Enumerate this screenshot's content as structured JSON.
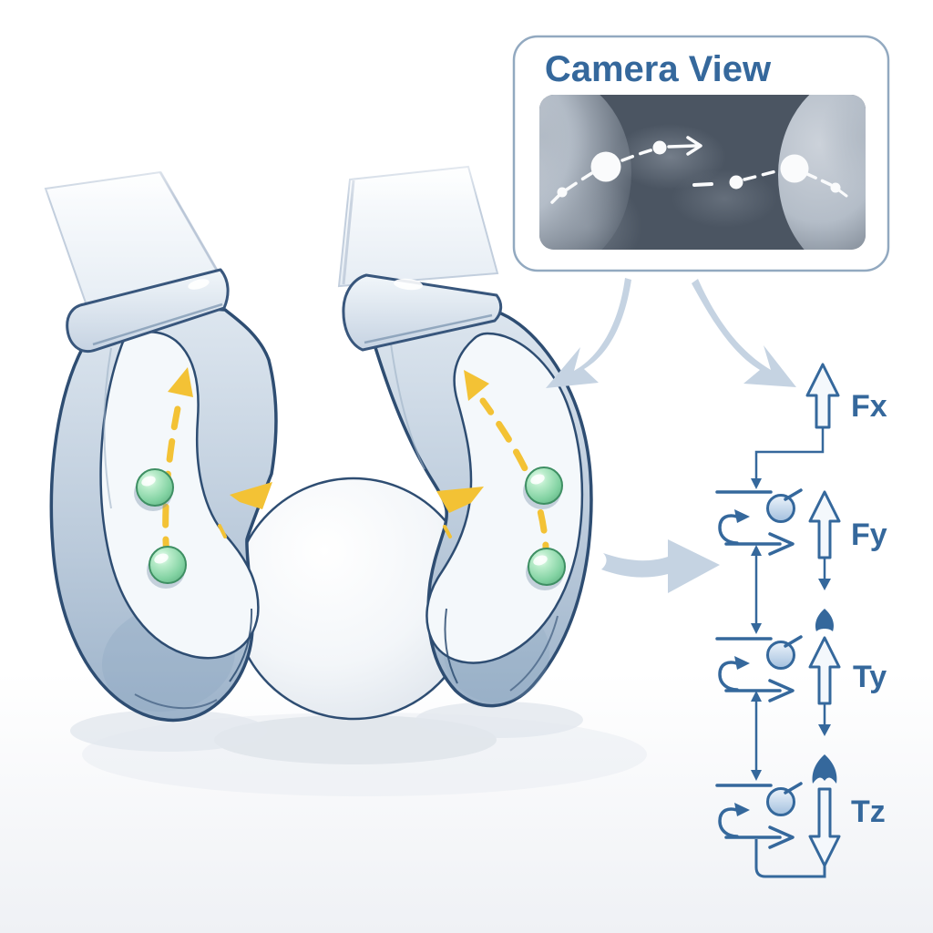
{
  "camera_panel": {
    "title": "Camera View"
  },
  "signal_diagram": {
    "labels": {
      "fx": "Fx",
      "fy": "Fy",
      "ty": "Ty",
      "tz": "Tz"
    }
  },
  "colors": {
    "diagram_stroke": "#35689c",
    "label_text": "#35689c",
    "pale_arrow": "#c5d3e2",
    "camera_feed_bg": "#4b5562",
    "panel_border": "#92a9c0",
    "sensor_green": "#84d3a3",
    "slip_arrow_yellow": "#f3c235",
    "finger_blue": "#a6bcd2",
    "outline_navy": "#2e4d72",
    "ball_fill": "#eef2f6"
  }
}
